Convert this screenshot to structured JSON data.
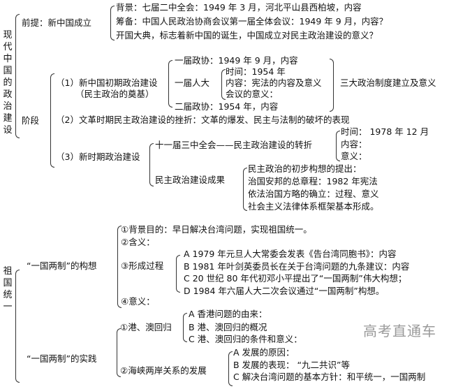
{
  "part1": {
    "title": "现代中国的政治建设",
    "premise": {
      "label": "前提：新中国成立",
      "items": [
        "背景：七届二中全会：1949 年 3 月，河北平山县西柏坡，内容",
        "筹备：中国人民政治协商会议第一届全体会议：1949 年 9 月，内容？",
        "开国大典，标志着新中国的诞生，中国成立对民主政治建设的意义？"
      ]
    },
    "stage": {
      "label": "阶段",
      "s1": {
        "label": "（1）新中国初期政治建设",
        "sub": "（民主政治的奠基）",
        "cppcc1": "一届政协：1949 年 9 月，内容",
        "npc1": "一届人大",
        "npc_items": [
          "时间：1954 年",
          "内容：宪法的内容及意义",
          "会议的意义："
        ],
        "cppcc2": "二届政协：1954 年，内容",
        "result": "三大政治制度建立及意义"
      },
      "s2": "（2）文革时期民主政治建设的挫折：文革的爆发、民主与法制的破坏的表现",
      "s3": {
        "label": "（3）新时期政治建设",
        "plenum": "十一届三中全会——民主政治建设的转折",
        "plenum_items": [
          "时间： 1978 年 12 月",
          "内容：",
          "意义："
        ],
        "achievements": "民主政治建设成果",
        "achievement_items": [
          "民主政治的初步构想的提出：",
          "治国安邦的总章程：1982 年宪法",
          "依法治国方略的确立：过程、意义",
          "社会主义法律体系框架基本形成。"
        ]
      }
    }
  },
  "part2": {
    "title": "祖国统一",
    "concept": {
      "label": "“一国两制”的构想",
      "i1": "①背景目的：早日解决台湾问题，实现祖国统一。",
      "i2": "②含义：",
      "i3": "③形成过程",
      "process": [
        "A 1979 年元旦人大常委会发表《告台湾同胞书》：内容",
        "B 1981 年叶剑英委员长在关于台湾问题的九条建议：内容",
        "C 20 世纪 80 年代初邓小平提出了“一国两制”伟大构想；",
        "D 1984 年六届人大二次会议通过“一国两制”构想。"
      ],
      "i4": "④意义："
    },
    "practice": {
      "label": "“一国两制”的实践",
      "hkm": "①港、澳回归",
      "hkm_items": [
        "A 香港问题的由来：",
        "B 港、澳回归的概况",
        "C 港、澳回归的条件和意义："
      ],
      "strait": "②海峡两岸关系的发展",
      "strait_items": [
        "A 发展的原因：",
        "B 发展的表现：  “九二共识”等",
        "C 解决台湾问题的基本方针：和平统一，一国两制"
      ]
    }
  },
  "watermark": "高考直通车"
}
